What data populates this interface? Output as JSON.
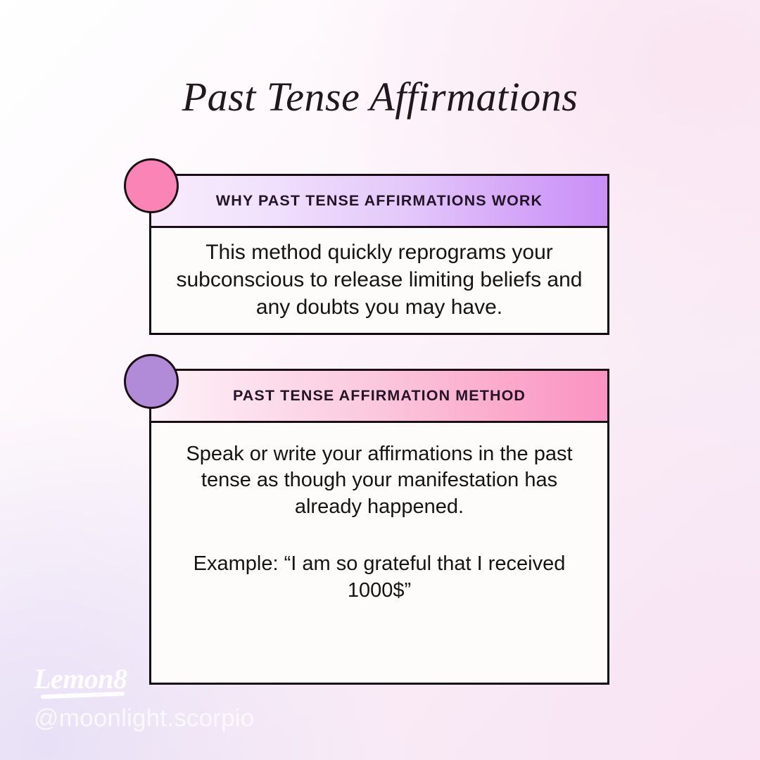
{
  "page": {
    "title": "Past Tense Affirmations",
    "background_colors": {
      "top_left": "#ffffff",
      "top_right": "#fbeaf4",
      "bottom_left": "#e7dff6",
      "bottom_right": "#f8e6f4"
    }
  },
  "cards": [
    {
      "id": "why",
      "badge": {
        "name": "pink-circle-badge",
        "color": "#fa84b5"
      },
      "header": {
        "label": "WHY PAST TENSE AFFIRMATIONS WORK",
        "gradient_from": "#f7ecfd",
        "gradient_to": "#c98ff7"
      },
      "body": {
        "text": "This method quickly reprograms your subconscious to release limiting beliefs and any doubts you may have."
      }
    },
    {
      "id": "method",
      "badge": {
        "name": "purple-circle-badge",
        "color": "#b28bd8"
      },
      "header": {
        "label": "PAST TENSE AFFIRMATION METHOD",
        "gradient_from": "#fdf2f7",
        "gradient_to": "#fa93c2"
      },
      "body": {
        "text": "Speak or write your affirmations in the past tense as though your manifestation has already happened.",
        "example": "Example: “I am so grateful that I received 1000$”"
      }
    }
  ],
  "watermark": {
    "logo": "Lemon8",
    "handle": "@moonlight.scorpio"
  }
}
